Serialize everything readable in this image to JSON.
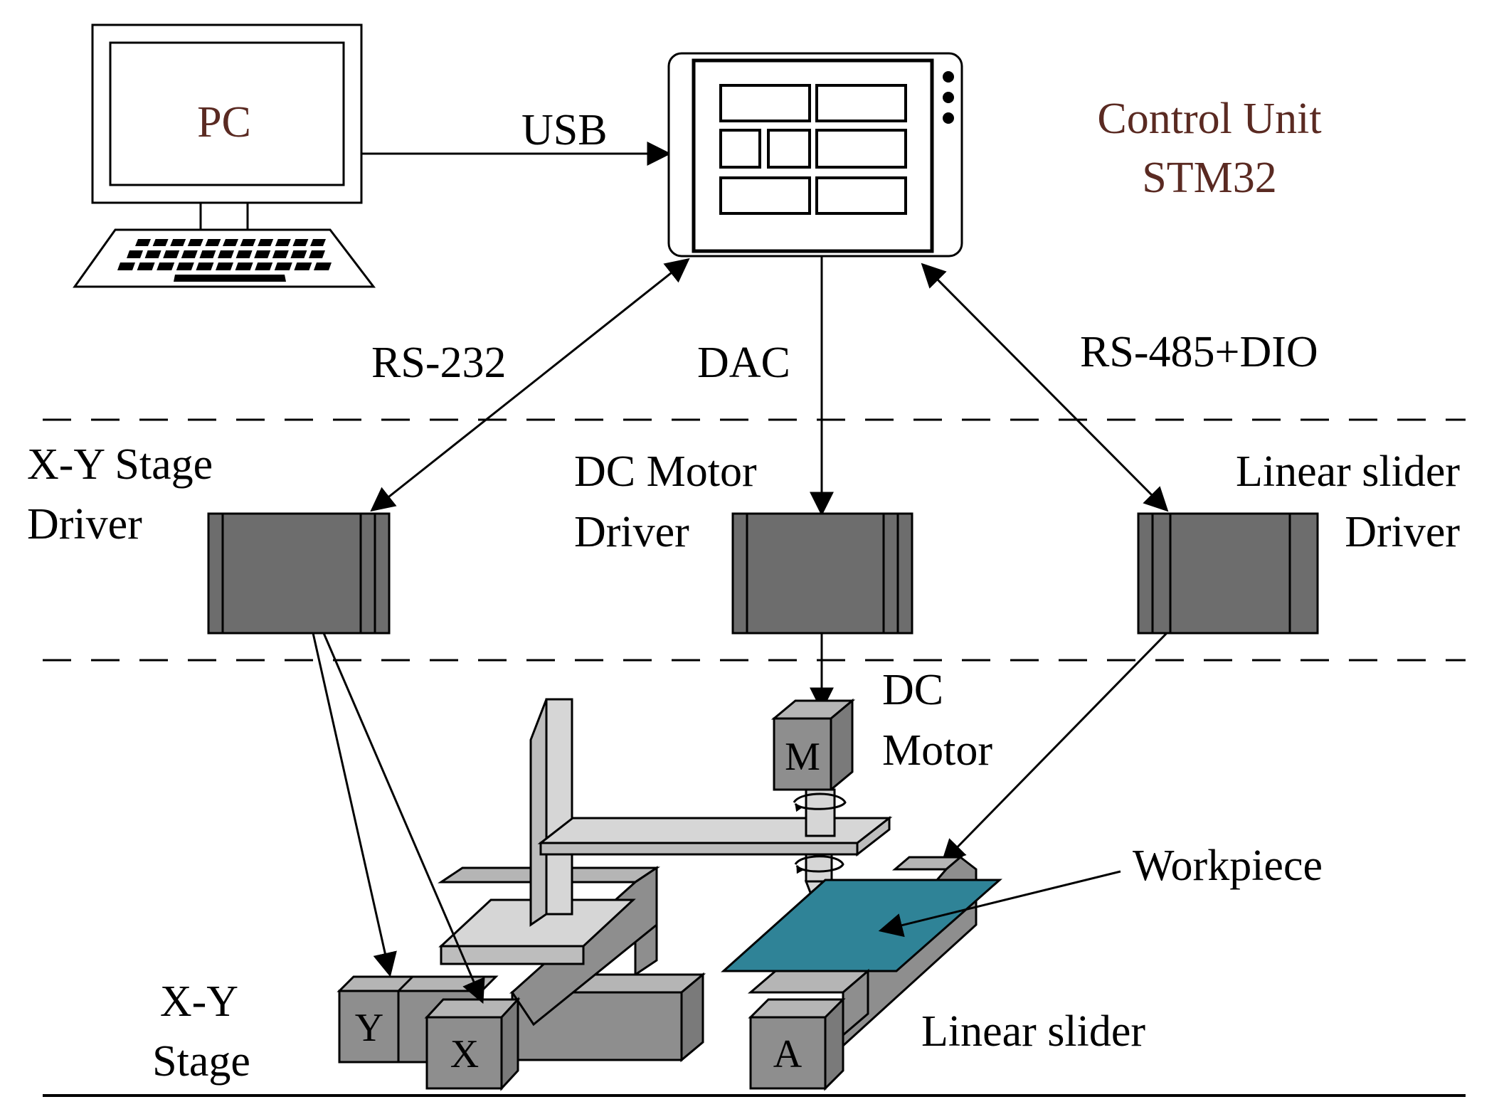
{
  "labels": {
    "pc": "PC",
    "usb": "USB",
    "control_unit_line1": "Control Unit",
    "control_unit_line2": "STM32",
    "rs232": "RS-232",
    "dac": "DAC",
    "rs485": "RS-485+DIO",
    "xy_driver_line1": "X-Y Stage",
    "xy_driver_line2": "Driver",
    "dc_driver_line1": "DC Motor",
    "dc_driver_line2": "Driver",
    "slider_driver_line1": "Linear slider",
    "slider_driver_line2": "Driver",
    "dc_motor_line1": "DC",
    "dc_motor_line2": "Motor",
    "motor_mark": "M",
    "workpiece": "Workpiece",
    "xy_stage_line1": "X-Y",
    "xy_stage_line2": "Stage",
    "y_mark": "Y",
    "x_mark": "X",
    "a_mark": "A",
    "linear_slider": "Linear slider"
  },
  "colors": {
    "driver_fill": "#6d6d6d",
    "block_gray": "#8e8e8e",
    "block_light": "#b5b5b5",
    "plate_light": "#d6d6d6",
    "workpiece": "#2f8397",
    "label_brown": "#5a2a22"
  }
}
